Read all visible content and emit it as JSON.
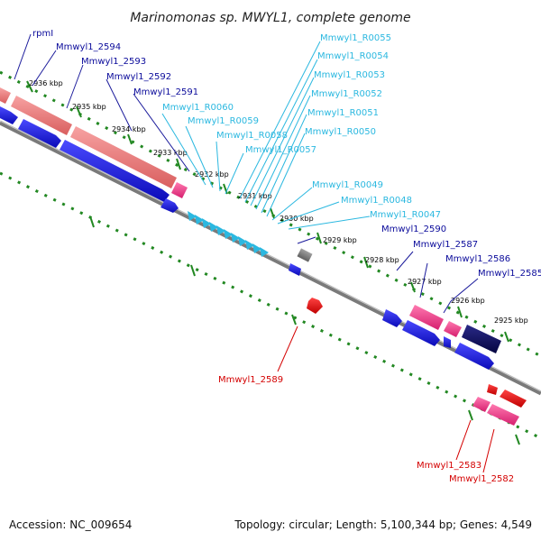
{
  "title": "Marinomonas sp. MWYL1, complete genome",
  "footer": {
    "accession": "Accession: NC_009654",
    "summary": "Topology: circular; Length: 5,100,344 bp; Genes: 4,549"
  },
  "colors": {
    "cds_forward": "#1a1ad6",
    "cds_reverse": "#ee1111",
    "rna": "#2bb8e0",
    "pseudo": "#e8458f",
    "highlight_dark": "#0a0a66",
    "scale_ticks": "#228822",
    "backbone": "#8a8a8a"
  },
  "kbp_labels": [
    "2936 kbp",
    "2935 kbp",
    "2934 kbp",
    "2933 kbp",
    "2932 kbp",
    "2931 kbp",
    "2930 kbp",
    "2929 kbp",
    "2928 kbp",
    "2927 kbp",
    "2926 kbp",
    "2925 kbp"
  ],
  "gene_labels_upper": {
    "rpmI": "rpmI",
    "g2594": "Mmwyl1_2594",
    "g2593": "Mmwyl1_2593",
    "g2592": "Mmwyl1_2592",
    "g2591": "Mmwyl1_2591",
    "r0060": "Mmwyl1_R0060",
    "r0059": "Mmwyl1_R0059",
    "r0058": "Mmwyl1_R0058",
    "r0057": "Mmwyl1_R0057",
    "r0055": "Mmwyl1_R0055",
    "r0054": "Mmwyl1_R0054",
    "r0053": "Mmwyl1_R0053",
    "r0052": "Mmwyl1_R0052",
    "r0051": "Mmwyl1_R0051",
    "r0050": "Mmwyl1_R0050",
    "r0049": "Mmwyl1_R0049",
    "r0048": "Mmwyl1_R0048",
    "r0047": "Mmwyl1_R0047",
    "g2590": "Mmwyl1_2590",
    "g2587": "Mmwyl1_2587",
    "g2586": "Mmwyl1_2586",
    "g2585": "Mmwyl1_2585"
  },
  "gene_labels_lower": {
    "g2589": "Mmwyl1_2589",
    "g2583": "Mmwyl1_2583",
    "g2582": "Mmwyl1_2582"
  }
}
